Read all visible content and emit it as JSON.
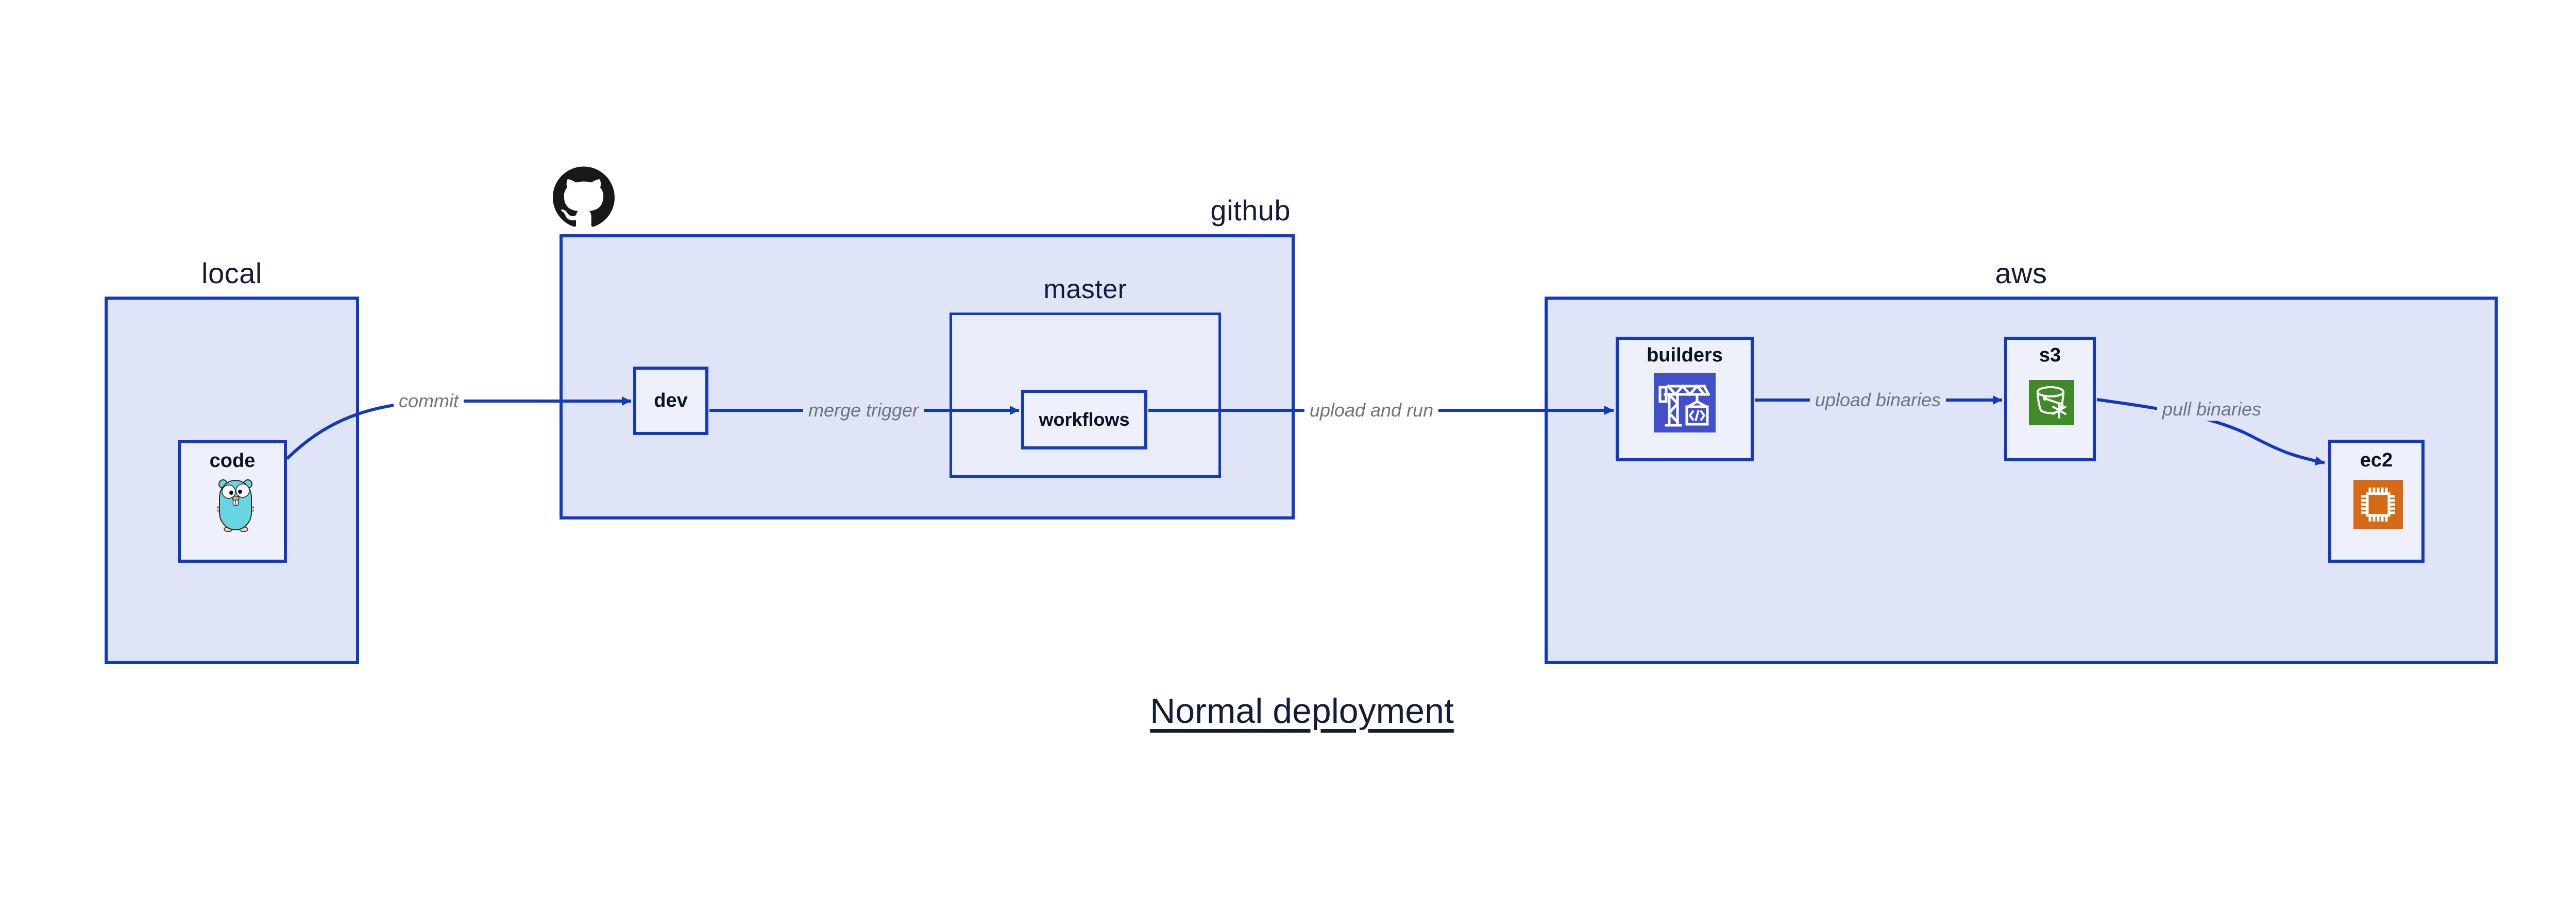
{
  "title": "Normal deployment",
  "containers": {
    "local": {
      "label": "local"
    },
    "github": {
      "label": "github"
    },
    "master": {
      "label": "master"
    },
    "aws": {
      "label": "aws"
    }
  },
  "nodes": {
    "code": {
      "label": "code",
      "icon": "go-gopher-icon"
    },
    "dev": {
      "label": "dev",
      "icon": null
    },
    "workflows": {
      "label": "workflows",
      "icon": null
    },
    "builders": {
      "label": "builders",
      "icon": "aws-codebuild-crane-icon"
    },
    "s3": {
      "label": "s3",
      "icon": "aws-s3-bucket-icon"
    },
    "ec2": {
      "label": "ec2",
      "icon": "aws-ec2-chip-icon"
    }
  },
  "edges": [
    {
      "from": "code",
      "to": "dev",
      "label": "commit"
    },
    {
      "from": "dev",
      "to": "workflows",
      "label": "merge trigger"
    },
    {
      "from": "workflows",
      "to": "builders",
      "label": "upload and run"
    },
    {
      "from": "builders",
      "to": "s3",
      "label": "upload binaries"
    },
    {
      "from": "s3",
      "to": "ec2",
      "label": "pull binaries"
    }
  ],
  "icons": {
    "logo": "github-octocat-icon"
  },
  "colors": {
    "stroke_blue": "#1239c0",
    "container_fill": "#dfe5f7",
    "nested_container_fill": "#e9edfa",
    "node_fill": "#eef1fb",
    "dark_text": "#141b38",
    "edge_label_gray": "#6e7480",
    "codebuild_indigo": "#4150c8",
    "s3_green": "#3e8b27",
    "ec2_orange": "#d96a15",
    "gopher_teal": "#67d5e2",
    "octocat_black": "#191717",
    "background": "#ffffff"
  }
}
